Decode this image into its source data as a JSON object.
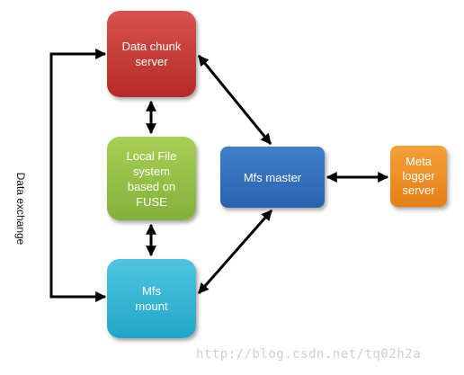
{
  "nodes": {
    "chunk_server": "Data chunk\nserver",
    "local_fs": "Local File\nsystem\nbased on\nFUSE",
    "mfs_mount": "Mfs\nmount",
    "mfs_master": "Mfs master",
    "meta_logger": "Meta\nlogger\nserver"
  },
  "edge_label": "Data exchange",
  "watermark": "http://blog.csdn.net/tq02h2a",
  "colors": {
    "chunk_server": "#c9302c",
    "local_fs": "#93c047",
    "mfs_mount": "#31b4d6",
    "mfs_master": "#3470bc",
    "meta_logger": "#ee8c21",
    "arrow": "#000000"
  }
}
